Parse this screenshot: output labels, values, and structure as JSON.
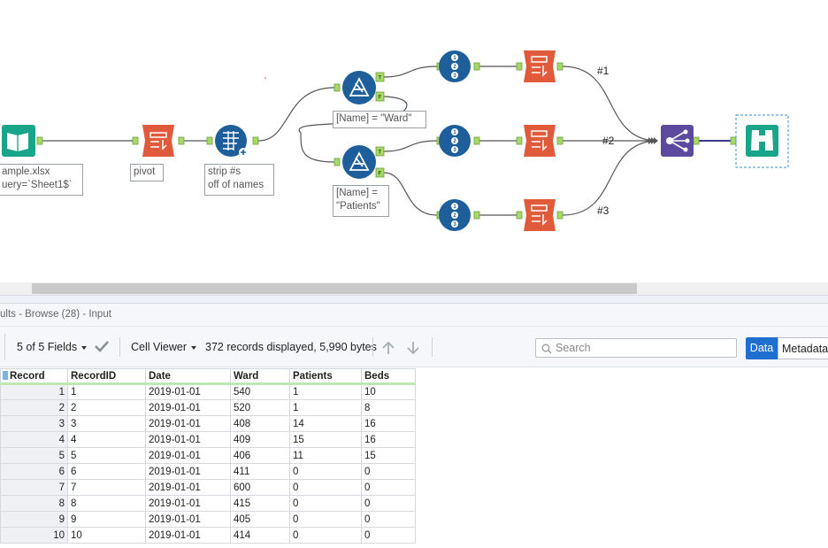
{
  "workflow": {
    "input_label_1": "ample.xlsx",
    "input_label_2": "uery=`Sheet1$`",
    "pivot_label": "pivot",
    "strip_label_1": "strip #s",
    "strip_label_2": "off of names",
    "filter1_label": "[Name] = \"Ward\"",
    "filter2_label_1": "[Name] =",
    "filter2_label_2": "\"Patients\"",
    "anchor_t": "T",
    "anchor_f": "F",
    "conn1": "#1",
    "conn2": "#2",
    "conn3": "#3"
  },
  "results": {
    "title": "ults - Browse (28) - Input"
  },
  "toolbar": {
    "fields": "5 of 5 Fields",
    "viewer": "Cell Viewer",
    "status": "372 records displayed, 5,990 bytes",
    "search_placeholder": "Search",
    "data_tab": "Data",
    "metadata_tab": "Metadata"
  },
  "table": {
    "columns": [
      "Record",
      "RecordID",
      "Date",
      "Ward",
      "Patients",
      "Beds"
    ],
    "rows": [
      [
        "1",
        "1",
        "2019-01-01",
        "540",
        "1",
        "10"
      ],
      [
        "2",
        "2",
        "2019-01-01",
        "520",
        "1",
        "8"
      ],
      [
        "3",
        "3",
        "2019-01-01",
        "408",
        "14",
        "16"
      ],
      [
        "4",
        "4",
        "2019-01-01",
        "409",
        "15",
        "16"
      ],
      [
        "5",
        "5",
        "2019-01-01",
        "406",
        "11",
        "15"
      ],
      [
        "6",
        "6",
        "2019-01-01",
        "411",
        "0",
        "0"
      ],
      [
        "7",
        "7",
        "2019-01-01",
        "600",
        "0",
        "0"
      ],
      [
        "8",
        "8",
        "2019-01-01",
        "415",
        "0",
        "0"
      ],
      [
        "9",
        "9",
        "2019-01-01",
        "405",
        "0",
        "0"
      ],
      [
        "10",
        "10",
        "2019-01-01",
        "414",
        "0",
        "0"
      ]
    ]
  },
  "colors": {
    "input_tool": "#19a58a",
    "transform_tool": "#e05a3c",
    "filter_tool": "#1d5e9b",
    "union_tool": "#5c4a9e",
    "anchor": "#a6d96a",
    "accent": "#1f6fd0"
  }
}
